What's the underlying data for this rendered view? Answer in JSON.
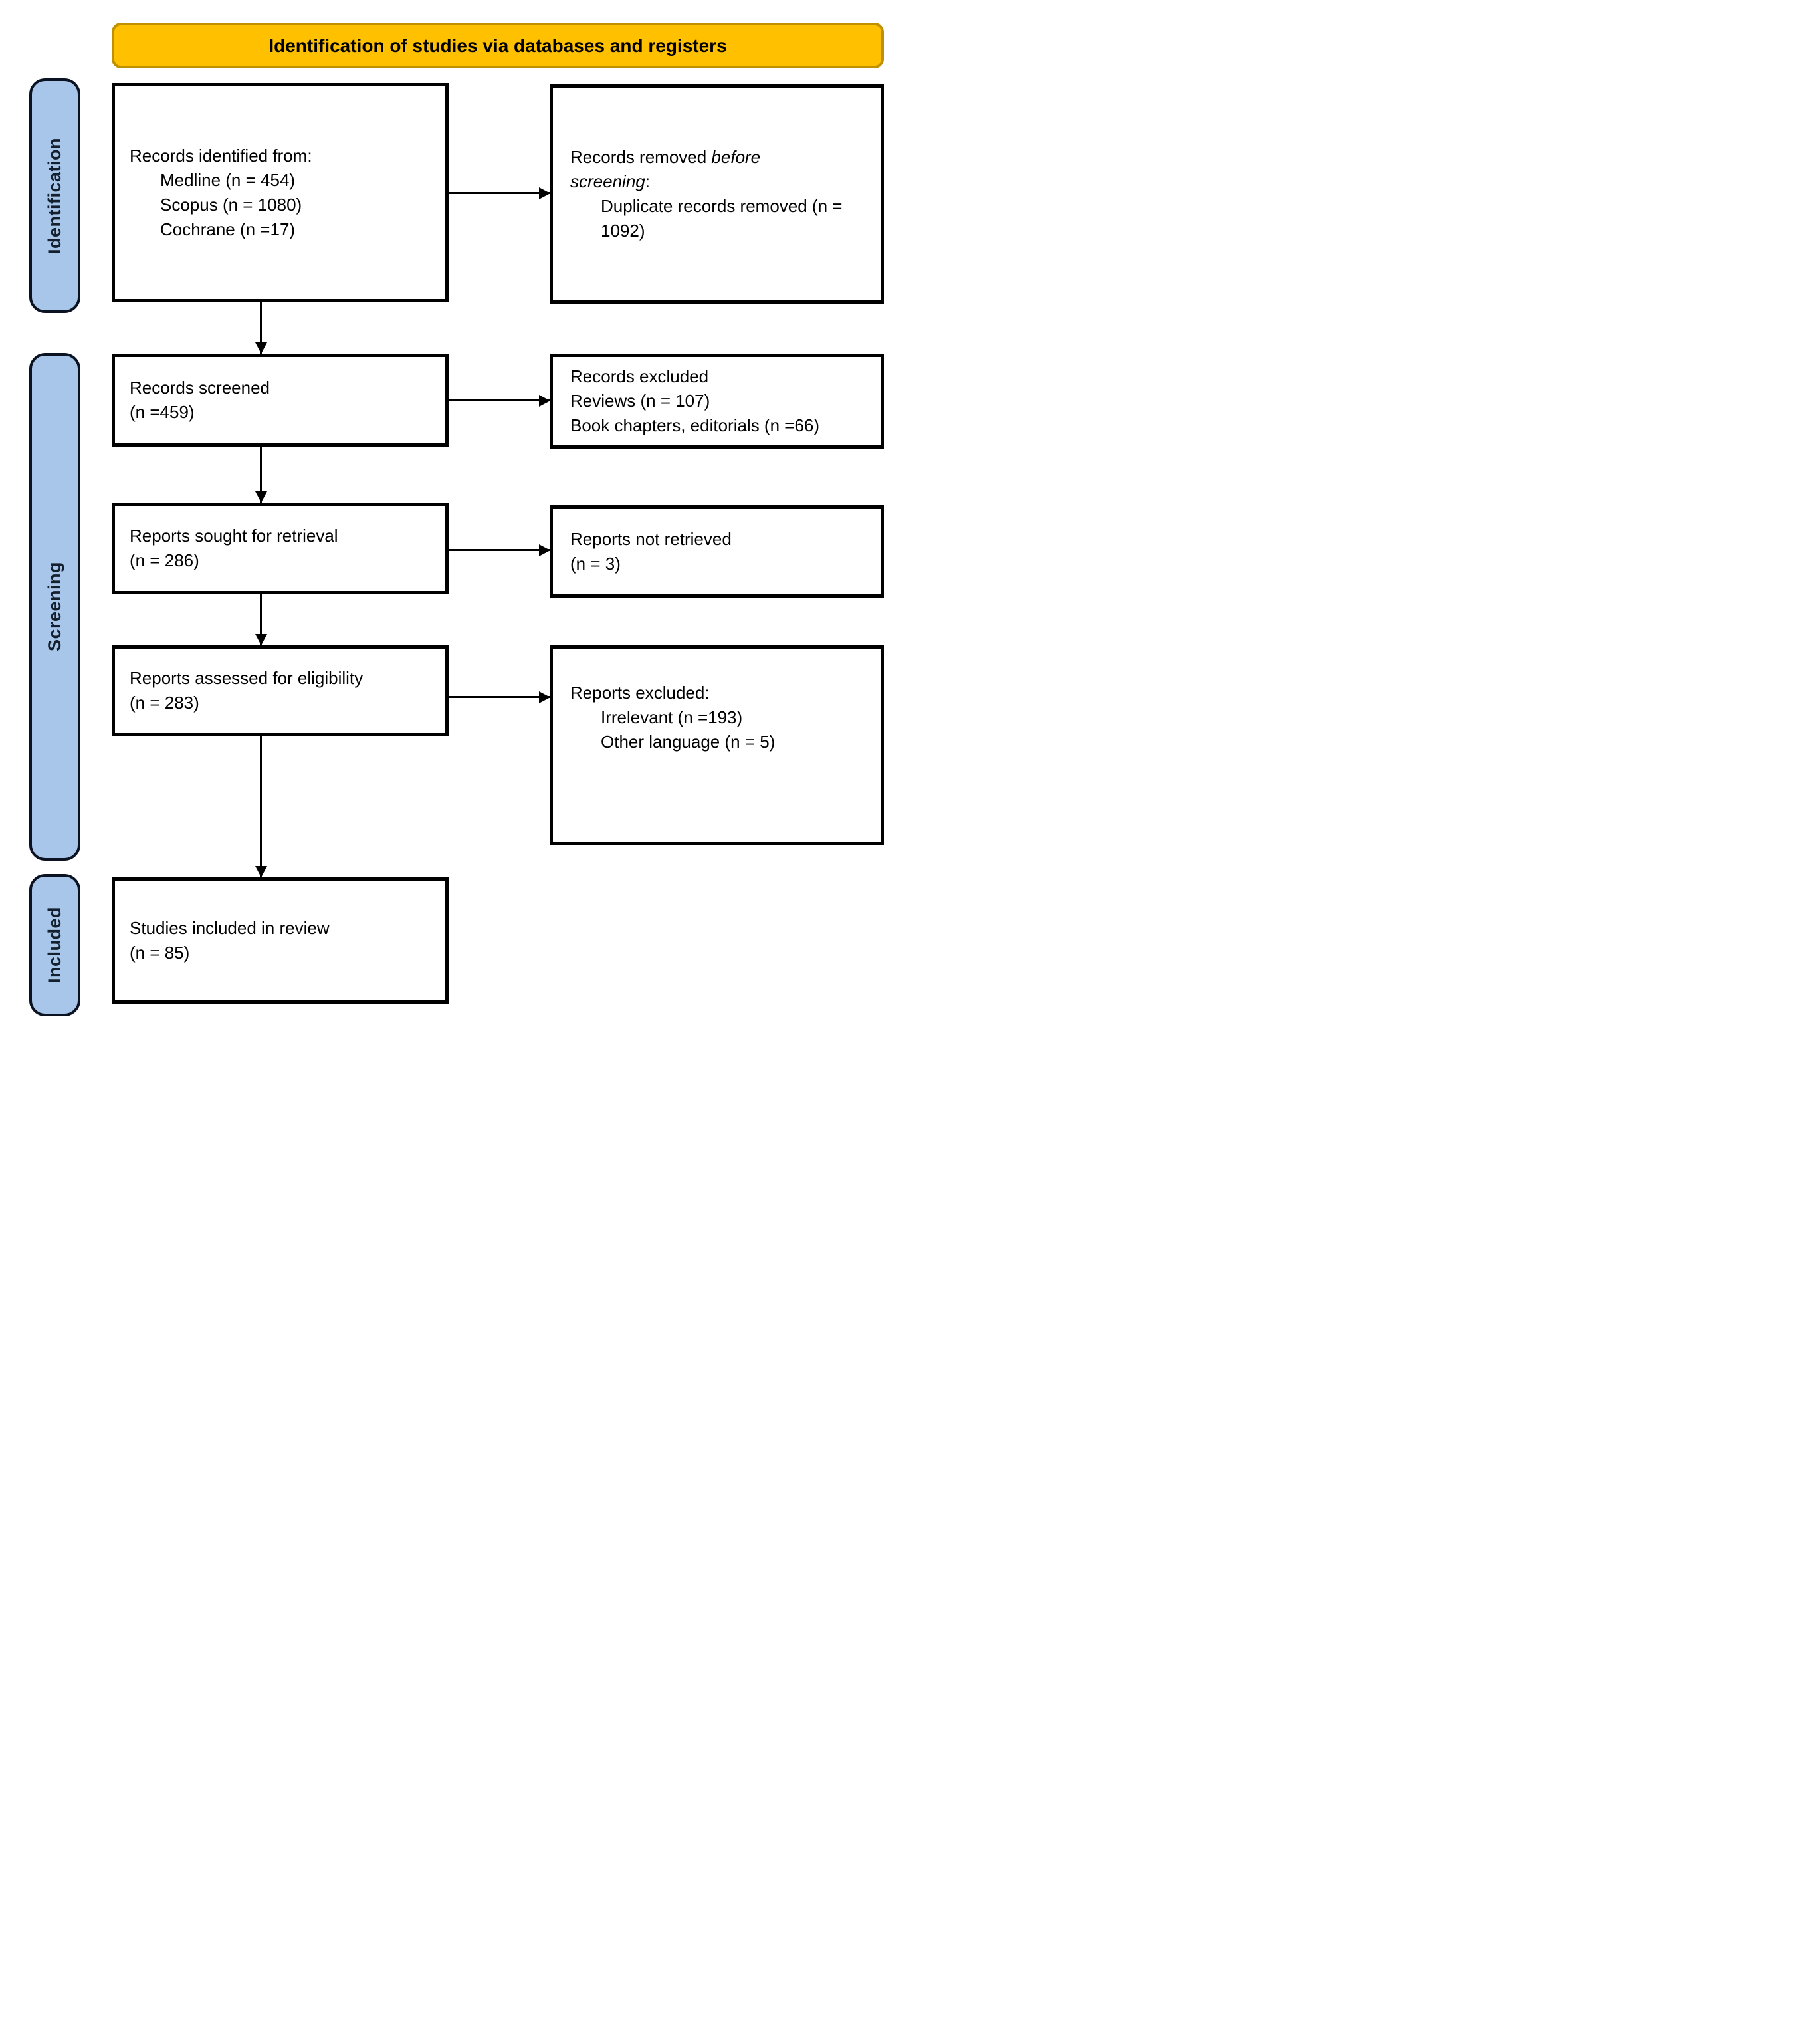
{
  "header": {
    "title": "Identification of studies via databases and registers"
  },
  "stages": {
    "identification": "Identification",
    "screening": "Screening",
    "included": "Included"
  },
  "boxes": {
    "identified": {
      "line1": "Records identified from:",
      "items": [
        "Medline (n = 454)",
        "Scopus (n = 1080)",
        "Cochrane (n =17)"
      ]
    },
    "removed": {
      "prefix": "Records removed ",
      "italic": "before screening",
      "suffix": ":",
      "items": [
        "Duplicate records removed (n = 1092)"
      ]
    },
    "screened": {
      "line1": "Records screened",
      "line2": "(n =459)"
    },
    "records_excluded": {
      "lines": [
        "Records excluded",
        "Reviews (n = 107)",
        "Book chapters, editorials (n =66)"
      ]
    },
    "sought": {
      "line1": "Reports sought for retrieval",
      "line2": "(n = 286)"
    },
    "not_retrieved": {
      "line1": "Reports not retrieved",
      "line2": "(n = 3)"
    },
    "assessed": {
      "line1": "Reports assessed for eligibility",
      "line2": "(n = 283)"
    },
    "reports_excluded": {
      "line1": "Reports excluded:",
      "items": [
        "Irrelevant (n =193)",
        "Other language (n = 5)"
      ]
    },
    "included_studies": {
      "line1": "Studies included in review",
      "line2": "(n = 85)"
    }
  },
  "colors": {
    "banner_fill": "#FFC000",
    "banner_border": "#BF9000",
    "stage_fill": "#A7C6E9",
    "stage_border": "#0B1322",
    "stage_text": "#15202F",
    "box_border": "#000000",
    "arrow": "#000000",
    "text": "#000000"
  }
}
